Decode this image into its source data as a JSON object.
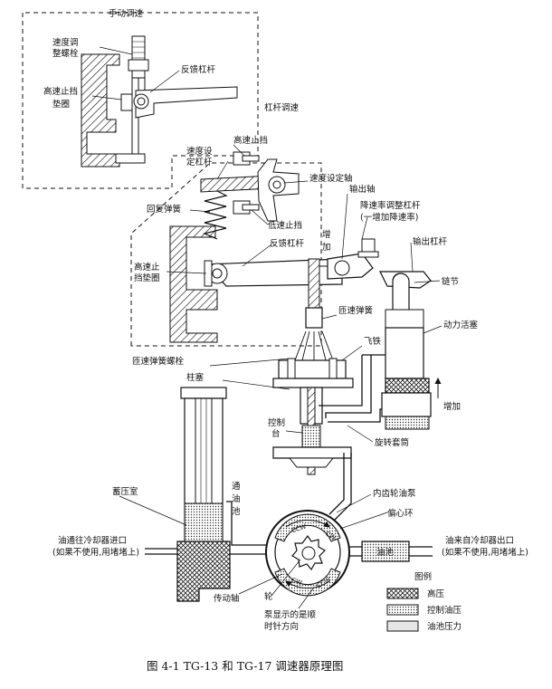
{
  "diagram": {
    "caption": "图 4-1 TG-13 和 TG-17 调速器原理图",
    "labels": {
      "manual_speed": "手动调速",
      "speed_adjust_bolt_1": "速度调",
      "speed_adjust_bolt_2": "整螺栓",
      "feedback_lever_top": "反馈杠杆",
      "high_stop_washer_top_1": "高速止挡",
      "high_stop_washer_top_2": "垫圈",
      "lever_speed": "杠杆调速",
      "speed_set_lever_1": "速度设",
      "speed_set_lever_2": "定杠杆",
      "high_stop": "高速止挡",
      "speed_set_shaft": "速度设定轴",
      "return_spring": "回复弹簧",
      "low_stop": "低速止挡",
      "feedback_lever_mid": "反馈杠杆",
      "high_stop_washer_mid_1": "高速止",
      "high_stop_washer_mid_2": "挡垫圈",
      "increase_vertical_1": "增",
      "increase_vertical_2": "加",
      "output_shaft": "输出轴",
      "droop_lever_1": "降速率调整杠杆",
      "droop_lever_2": "(一增加降速率)",
      "output_lever": "输出杠杆",
      "chain_link": "链节",
      "speeder_spring": "匝速弹簧",
      "power_piston": "动力活塞",
      "flyweight": "飞铁",
      "speeder_spring_bolt": "匝速弹簧螺栓",
      "plunger": "柱塞",
      "increase_right": "增加",
      "control_land_1": "控制",
      "control_land_2": "台",
      "rotating_bushing": "旋转套筒",
      "accumulator": "蓄压室",
      "sump_1": "通",
      "sump_2": "油",
      "sump_3": "池",
      "internal_gear_pump": "内齿轮油泵",
      "eccentric_ring": "偏心环",
      "cooler_inlet_1": "油通往冷却器进口",
      "cooler_inlet_2": "(如果不使用,用堵堵上)",
      "cooler_outlet_1": "油来自冷却器出口",
      "cooler_outlet_2": "(如果不使用,用堵堵上)",
      "sump_tag": "油池",
      "drive_shaft": "传动轴",
      "gear": "轮",
      "rotation_1": "泵显示的是顺",
      "rotation_2": "时针方向",
      "ccw_1": "CCW",
      "cw_1": "CW",
      "ccw_2": "CCW",
      "cw_2": "CW"
    },
    "legend": {
      "title": "图例",
      "items": [
        {
          "label": "高压",
          "pattern": "crosshatch"
        },
        {
          "label": "控制油压",
          "pattern": "dots"
        },
        {
          "label": "油池压力",
          "pattern": "light-grey"
        }
      ]
    }
  }
}
